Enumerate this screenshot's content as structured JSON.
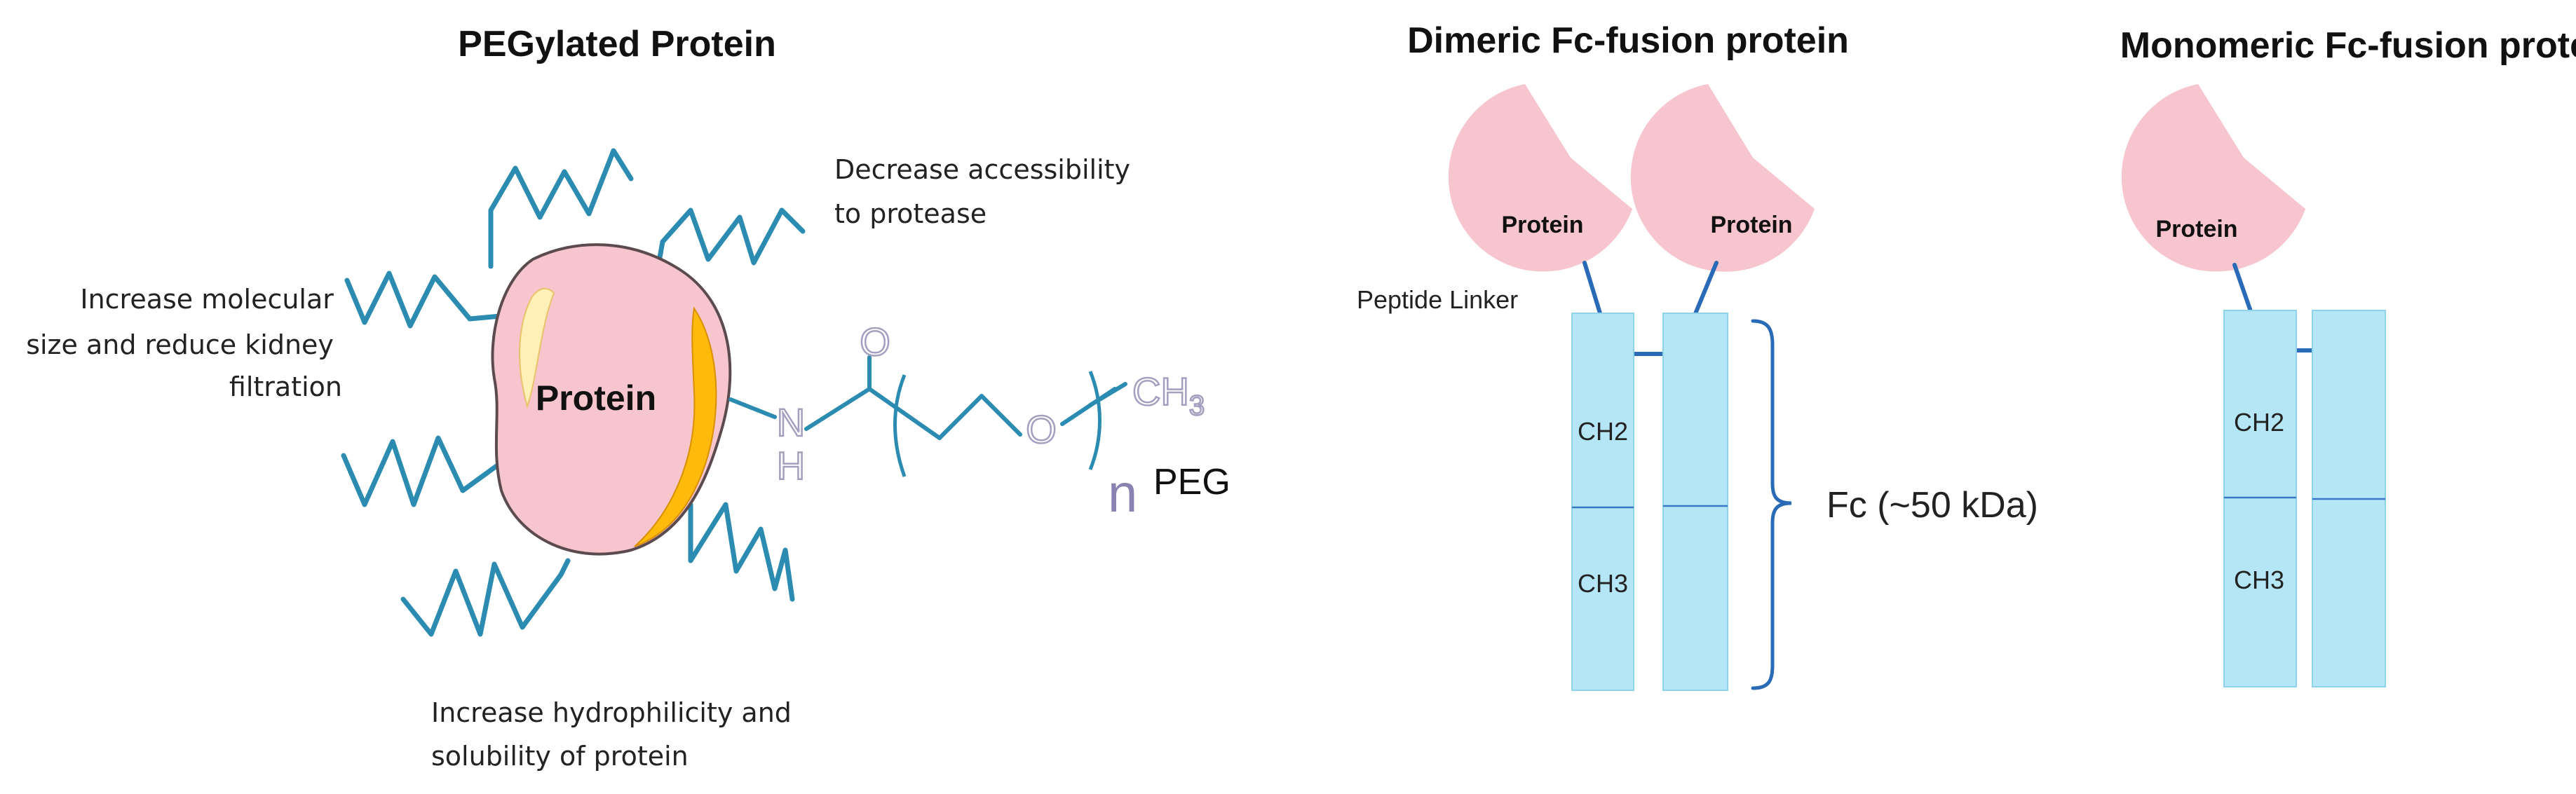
{
  "peg_panel": {
    "title": "PEGylated Protein",
    "protein_label": "Protein",
    "note_protease": [
      "Decrease accessibility",
      "to protease"
    ],
    "note_size": [
      "Increase molecular",
      "size and reduce kidney",
      "filtration"
    ],
    "note_hydrophilicity": [
      "Increase hydrophilicity and",
      "solubility of protein"
    ],
    "chem_nh": [
      "N",
      "H"
    ],
    "chem_o": "O",
    "chem_o_chain": "O",
    "chem_ch3": "CH",
    "chem_ch3_sub": "3",
    "chem_n": "n",
    "peg_label": "PEG"
  },
  "dimeric_panel": {
    "title": "Dimeric Fc-fusion protein",
    "protein_left": "Protein",
    "protein_right": "Protein",
    "linker_label": "Peptide Linker",
    "ch2": "CH2",
    "ch3": "CH3",
    "fc_label": "Fc (~50 kDa)"
  },
  "monomeric_panel": {
    "title": "Monomeric Fc-fusion protein",
    "protein": "Protein",
    "ch2": "CH2",
    "ch3": "CH3"
  },
  "colors": {
    "protein_pink": "#f7c5cd",
    "protein_outline": "#5b4a4e",
    "peg_chain": "#2b8bb0",
    "fc_blue": "#b4e6f6",
    "linker_blue": "#2a6bb8",
    "highlight_yellow": "#fff0b8",
    "highlight_orange": "#ffba0c"
  }
}
